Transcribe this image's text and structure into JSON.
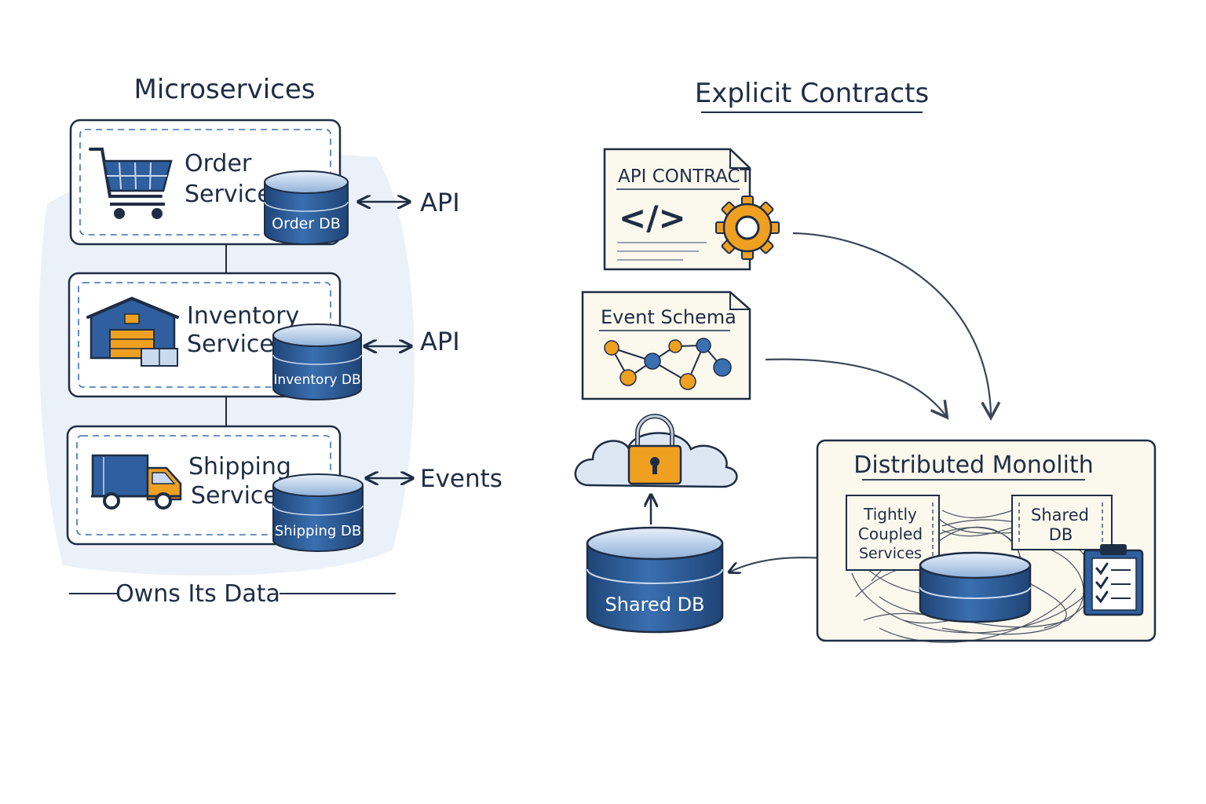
{
  "left": {
    "title": "Microservices",
    "services": [
      {
        "name_line1": "Order",
        "name_line2": "Service",
        "db_label": "Order DB",
        "link_label": "API"
      },
      {
        "name_line1": "Inventory",
        "name_line2": "Service",
        "db_label": "Inventory DB",
        "link_label": "API"
      },
      {
        "name_line1": "Shipping",
        "name_line2": "Service",
        "db_label": "Shipping DB",
        "link_label": "Events"
      }
    ],
    "footer": "Owns Its Data"
  },
  "right": {
    "title": "Explicit Contracts",
    "api_contract": "API CONTRACT",
    "code_glyph": "</>",
    "event_schema": "Event Schema",
    "shared_db": "Shared DB",
    "monolith": {
      "title": "Distributed Monolith",
      "tightly_line1": "Tightly",
      "tightly_line2": "Coupled",
      "tightly_line3": "Services",
      "shared_line1": "Shared",
      "shared_line2": "DB"
    }
  },
  "colors": {
    "ink": "#1f2d44",
    "blue": "#2f5f9e",
    "blue_dark": "#1f4476",
    "blue_light": "#c9d9ee",
    "orange": "#f0a020",
    "paper": "#fbf8ee"
  },
  "icons": [
    "shopping-cart-icon",
    "warehouse-icon",
    "delivery-truck-icon",
    "code-icon",
    "gear-icon",
    "cloud-lock-icon",
    "clipboard-checklist-icon"
  ]
}
